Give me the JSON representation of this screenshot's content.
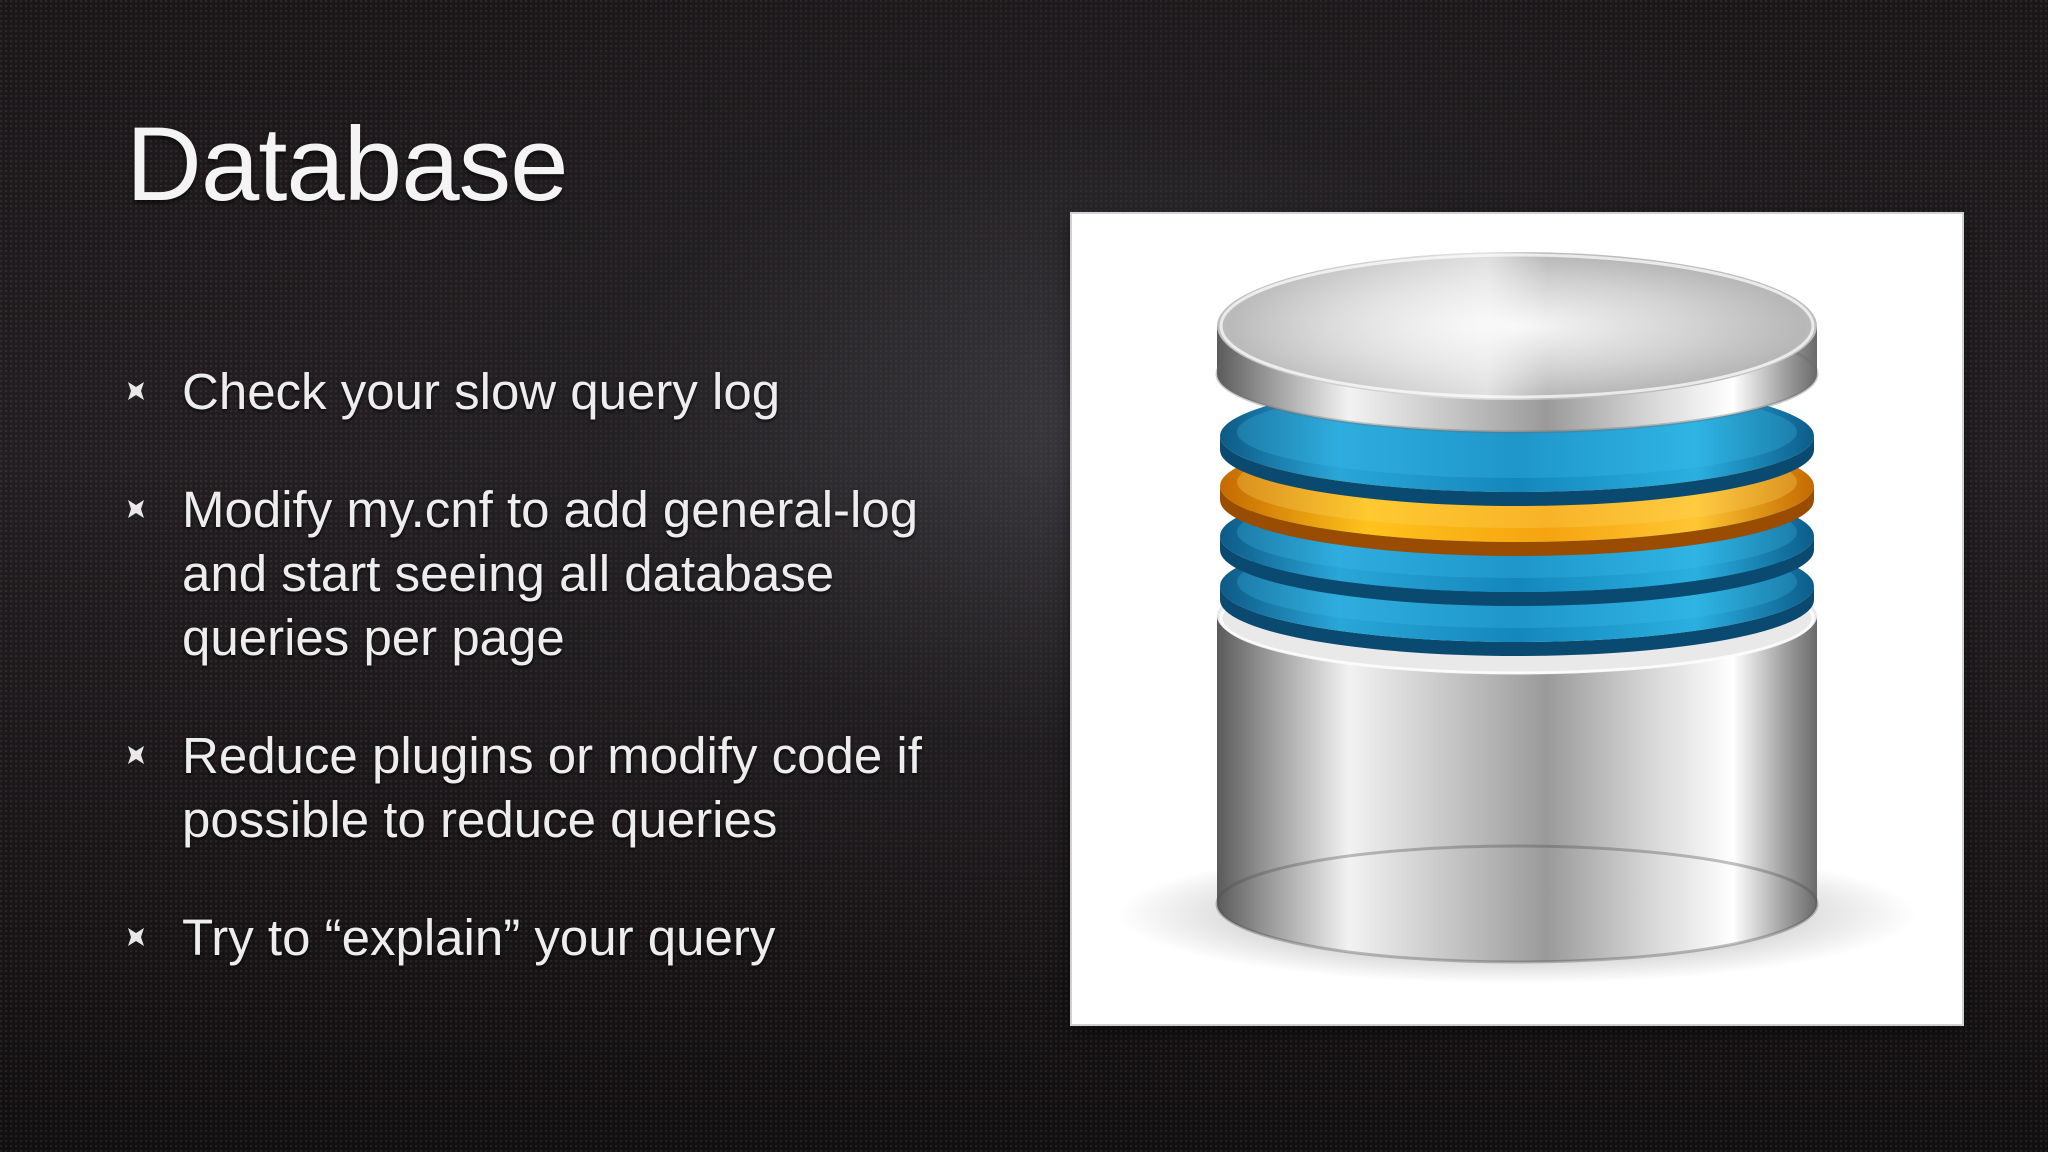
{
  "slide": {
    "title": "Database",
    "bullets": [
      "Check your slow query log",
      "Modify my.cnf to add general-log and start seeing all database queries per page",
      "Reduce plugins or modify code if possible to reduce queries",
      "Try to “explain” your query"
    ],
    "image": {
      "icon": "database-icon",
      "disk_colors": [
        "#1d8fc4",
        "#f0a010",
        "#1d8fc4",
        "#1d8fc4"
      ]
    }
  }
}
